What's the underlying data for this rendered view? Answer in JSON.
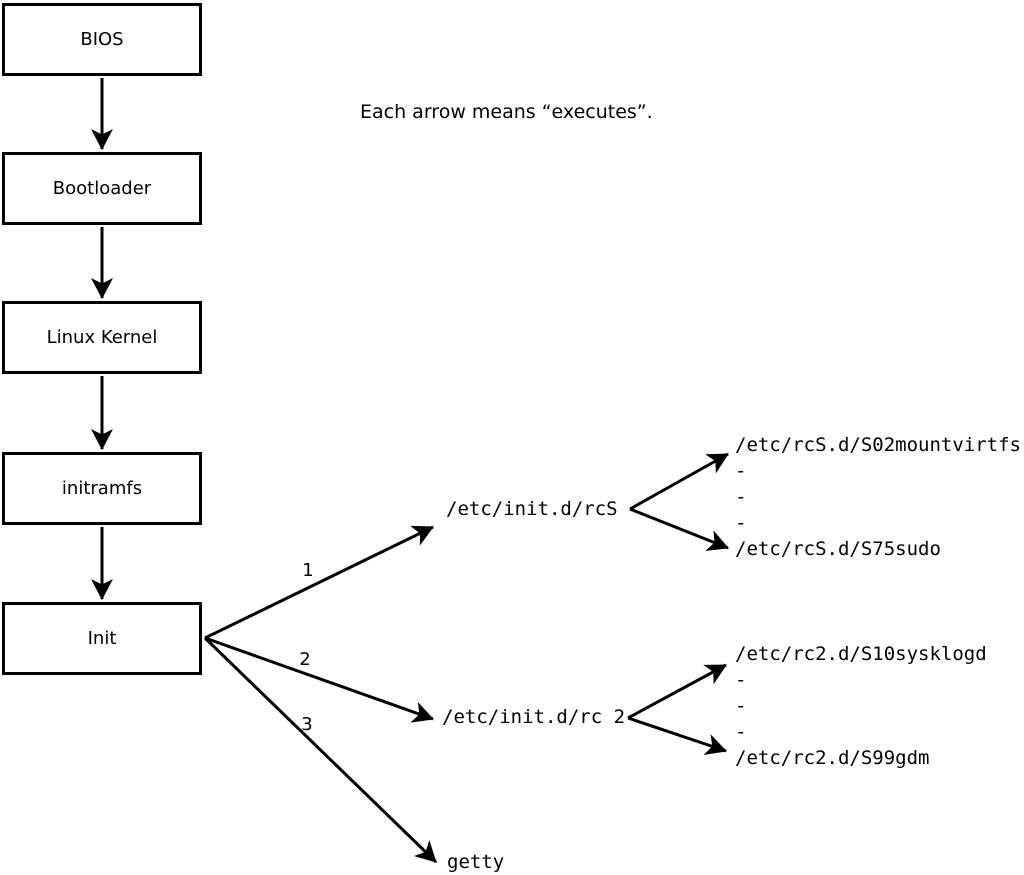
{
  "legend": {
    "note": "Each arrow means “executes”."
  },
  "flow": {
    "boxes": [
      {
        "label": "BIOS"
      },
      {
        "label": "Bootloader"
      },
      {
        "label": "Linux Kernel"
      },
      {
        "label": "initramfs"
      },
      {
        "label": "Init"
      }
    ]
  },
  "branches": [
    {
      "number": "1",
      "target": "/etc/init.d/rcS",
      "children": [
        "/etc/rcS.d/S02mountvirtfs",
        "-",
        "-",
        "-",
        "/etc/rcS.d/S75sudo"
      ]
    },
    {
      "number": "2",
      "target": "/etc/init.d/rc 2",
      "children": [
        "/etc/rc2.d/S10sysklogd",
        "-",
        "-",
        "-",
        "/etc/rc2.d/S99gdm"
      ]
    },
    {
      "number": "3",
      "target": "getty",
      "children": []
    }
  ],
  "colors": {
    "line": "#000000",
    "background": "#ffffff",
    "box_fill": "#ffffff",
    "text": "#000000"
  }
}
